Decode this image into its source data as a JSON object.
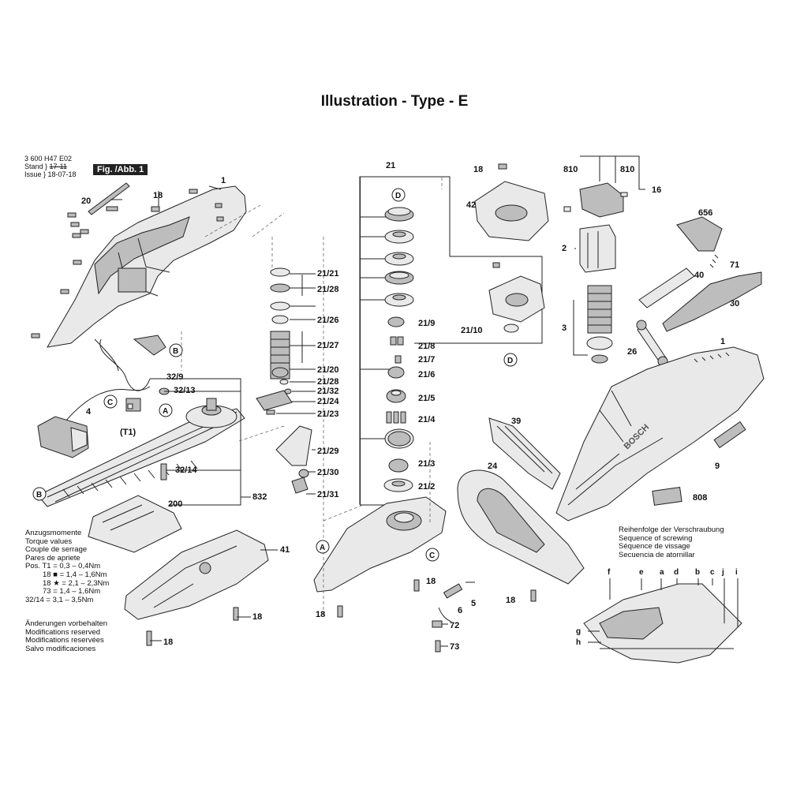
{
  "header": {
    "title": "Illustration - Type - E"
  },
  "meta": {
    "part_number": "3 600 H47 E02",
    "stand_label": "Stand",
    "issue_label": "Issue",
    "stand_date_struck": "17-11",
    "issue_date": "18-07-18",
    "figure_tag": "Fig. /Abb. 1"
  },
  "torque": {
    "heading": [
      "Anzugsmomente",
      "Torque values",
      "Couple de serrage",
      "Pares de apriete"
    ],
    "rows": [
      "Pos. T1  =  0,3  –  0,4Nm",
      "18 ■ =  1,4  –  1,6Nm",
      "18 ★ =  2,1  –  2,3Nm",
      "73   =  1,4  –  1,6Nm",
      "32/14  =  3,1  –  3,5Nm"
    ]
  },
  "modifications": [
    "Änderungen vorbehalten",
    "Modifications reserved",
    "Modifications reservées",
    "Salvo modificaciones"
  ],
  "screwing": {
    "heading": [
      "Reihenfolge der Verschraubung",
      "Sequence of screwing",
      "Séquence de vissage",
      "Secuencia de atornillar"
    ],
    "letters_top": [
      "f",
      "e",
      "a",
      "d",
      "b",
      "c",
      "j",
      "i"
    ],
    "letters_left": [
      "g",
      "h"
    ]
  },
  "parts": {
    "p1": "1",
    "p2": "2",
    "p3": "3",
    "p4": "4",
    "p5": "5",
    "p6": "6",
    "p9": "9",
    "p16": "16",
    "p18": "18",
    "p20": "20",
    "p21": "21",
    "p24": "24",
    "p26": "26",
    "p30": "30",
    "p39": "39",
    "p40": "40",
    "p41": "41",
    "p42": "42",
    "p71": "71",
    "p72": "72",
    "p73": "73",
    "p200": "200",
    "p656": "656",
    "p808": "808",
    "p810": "810",
    "p832": "832",
    "p32_9": "32/9",
    "p32_13": "32/13",
    "p32_14": "32/14",
    "p21_2": "21/2",
    "p21_3": "21/3",
    "p21_4": "21/4",
    "p21_5": "21/5",
    "p21_6": "21/6",
    "p21_7": "21/7",
    "p21_8": "21/8",
    "p21_9": "21/9",
    "p21_10": "21/10",
    "p21_20": "21/20",
    "p21_21": "21/21",
    "p21_23": "21/23",
    "p21_24": "21/24",
    "p21_26": "21/26",
    "p21_27": "21/27",
    "p21_28": "21/28",
    "p21_29": "21/29",
    "p21_30": "21/30",
    "p21_31": "21/31",
    "p21_32": "21/32",
    "t1": "(T1)"
  },
  "markers": {
    "A": "A",
    "B": "B",
    "C": "C",
    "D": "D"
  },
  "brand": "BOSCH"
}
